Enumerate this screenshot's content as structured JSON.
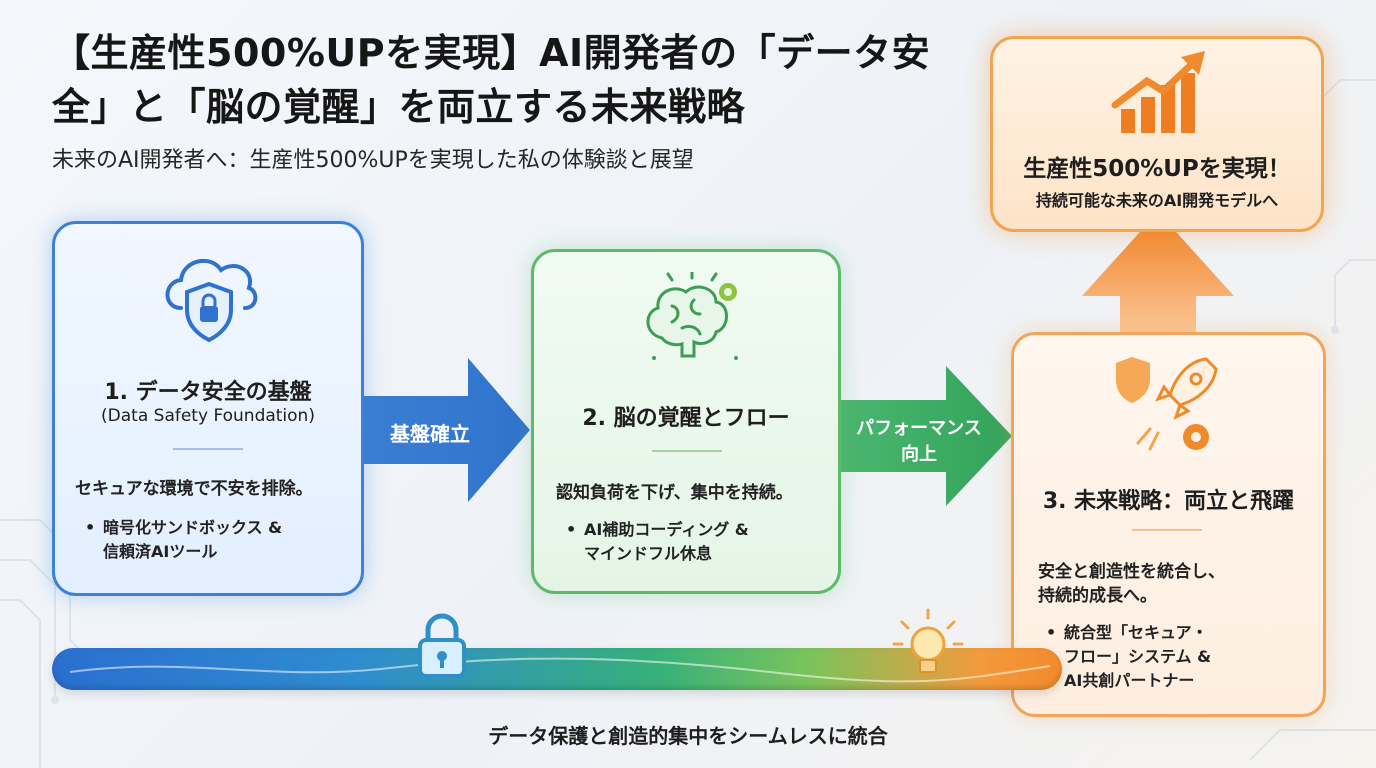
{
  "header": {
    "title": "【生産性500%UPを実現】AI開発者の「データ安全」と「脳の覚醒」を両立する未来戦略",
    "subtitle": "未来のAI開発者へ：生産性500%UPを実現した私の体験談と展望"
  },
  "steps": [
    {
      "title": "1. データ安全の基盤",
      "subtitle": "(Data Safety Foundation)",
      "description": "セキュアな環境で不安を排除。",
      "bullet_line1": "暗号化サンドボックス &",
      "bullet_line2": "信頼済AIツール",
      "icon": "cloud-shield-lock-icon",
      "color": "#3d80d8"
    },
    {
      "title": "2. 脳の覚醒とフロー",
      "description": "認知負荷を下げ、集中を持続。",
      "bullet_line1": "AI補助コーディング &",
      "bullet_line2": "マインドフル休息",
      "icon": "brain-gears-icon",
      "color": "#5cba6a"
    },
    {
      "title": "3. 未来戦略：両立と飛躍",
      "description_line1": "安全と創造性を統合し、",
      "description_line2": "持続的成長へ。",
      "bullet_line1": "統合型「セキュア・",
      "bullet_line2": "フロー」システム &",
      "bullet_line3": "AI共創パートナー",
      "icon": "shield-rocket-gear-icon",
      "color": "#f0a55c"
    }
  ],
  "arrows": {
    "first": "基盤確立",
    "second_line1": "パフォーマンス",
    "second_line2": "向上"
  },
  "result": {
    "title": "生産性500%UPを実現！",
    "subtitle": "持続可能な未来のAI開発モデルへ",
    "icon": "rising-chart-arrow-icon"
  },
  "bottom": {
    "caption": "データ保護と創造的集中をシームレスに統合",
    "left_icon": "padlock-icon",
    "right_icon": "lightbulb-icon"
  }
}
